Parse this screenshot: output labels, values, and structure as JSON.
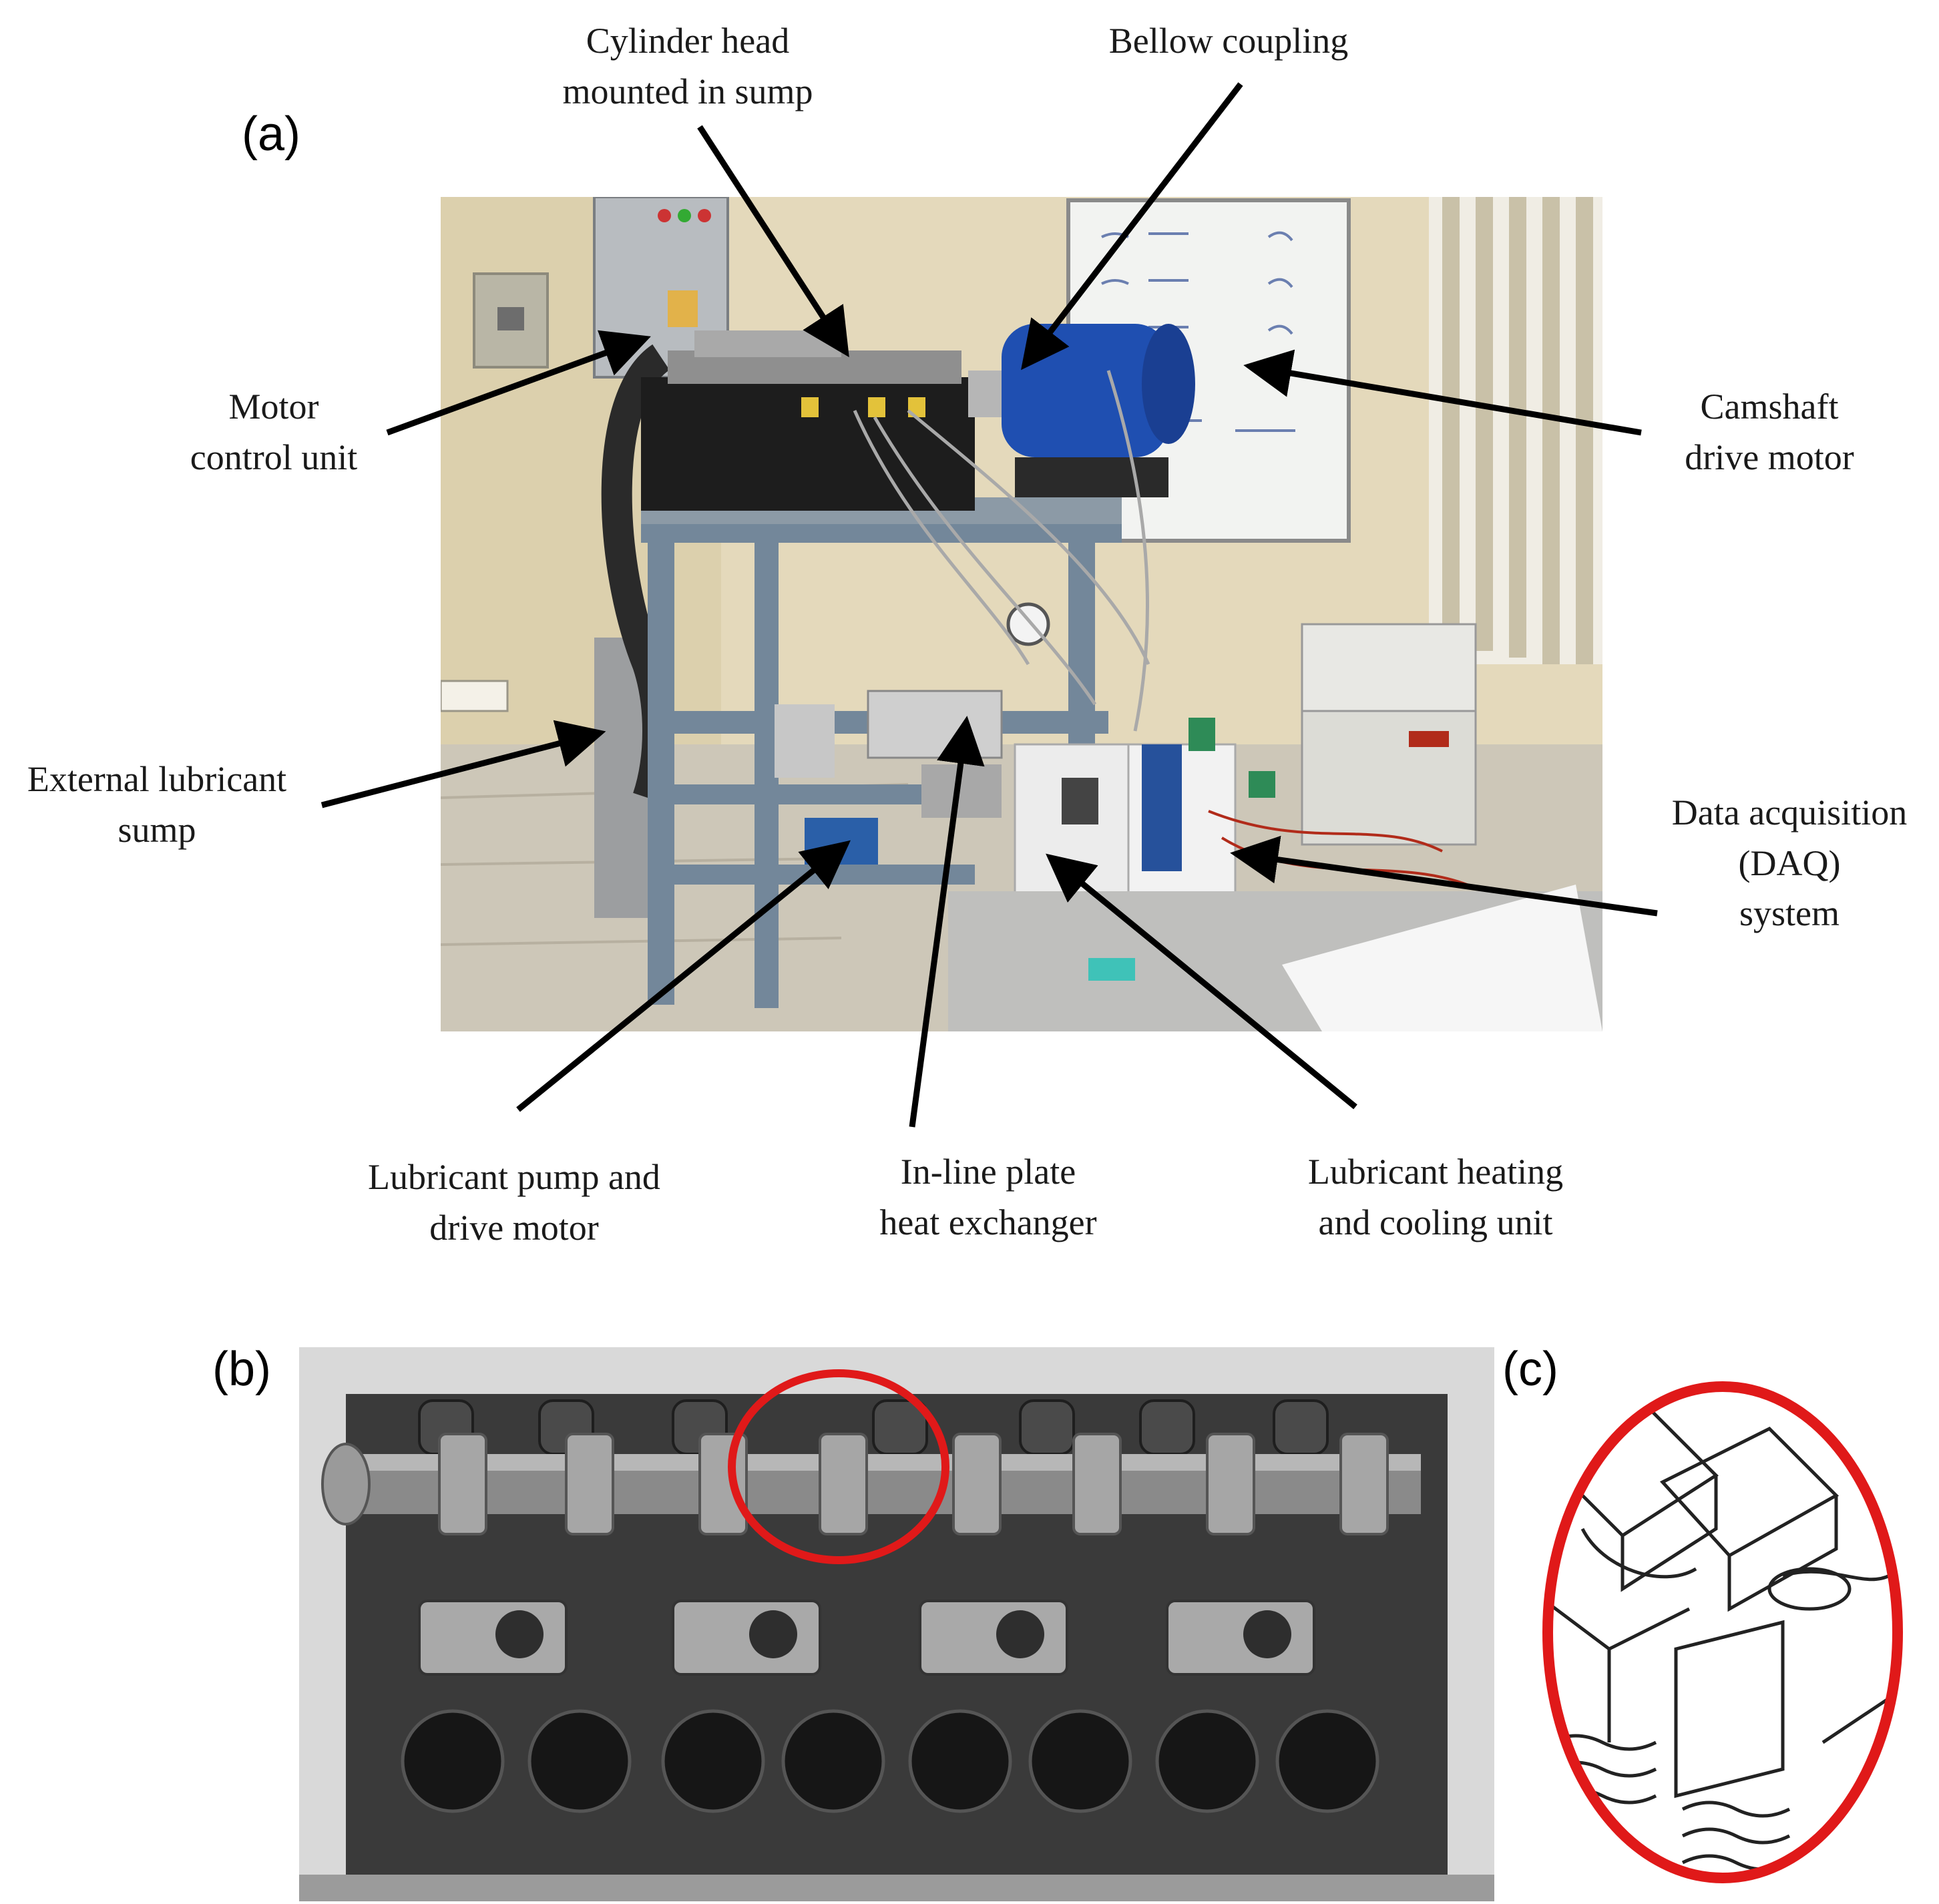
{
  "panels": {
    "a": "(a)",
    "b": "(b)",
    "c": "(c)"
  },
  "labels": {
    "cylinder_head": [
      "Cylinder head",
      "mounted in sump"
    ],
    "bellow_coupling": [
      "Bellow coupling"
    ],
    "motor_control": [
      "Motor",
      "control unit"
    ],
    "camshaft_motor": [
      "Camshaft",
      "drive motor"
    ],
    "external_sump": [
      "External lubricant",
      "sump"
    ],
    "daq": [
      "Data acquisition",
      "(DAQ)",
      "system"
    ],
    "pump": [
      "Lubricant pump and",
      "drive motor"
    ],
    "heat_exchanger": [
      "In-line plate",
      "heat exchanger"
    ],
    "heating_cooling": [
      "Lubricant heating",
      "and cooling unit"
    ]
  },
  "colors": {
    "highlight": "#e01919",
    "arrow": "#000000"
  }
}
